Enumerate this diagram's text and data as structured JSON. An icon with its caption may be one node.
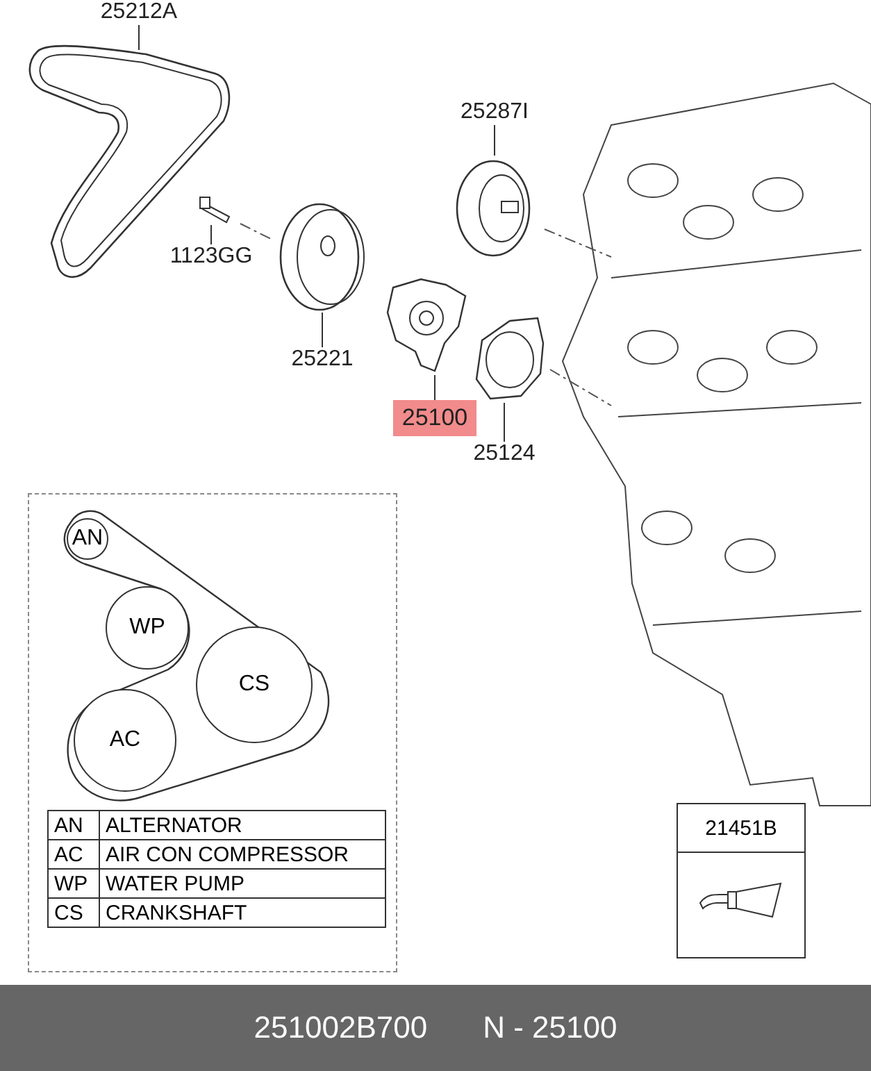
{
  "diagram": {
    "nodes": [
      {
        "text": [
          "25212A"
        ]
      },
      {
        "text": [],
        "shape": "picture"
      },
      {
        "text": [
          "25287I"
        ]
      },
      {
        "text": [],
        "shape": "picture"
      },
      {
        "text": [
          "1123GG"
        ]
      },
      {
        "text": [],
        "shape": "picture"
      },
      {
        "text": [
          "25221"
        ]
      },
      {
        "text": [],
        "shape": "picture"
      },
      {
        "text": [
          "25100"
        ]
      },
      {
        "text": [],
        "shape": "picture"
      },
      {
        "text": [
          "25124"
        ]
      },
      {
        "text": [],
        "shape": "picture"
      },
      {
        "text": [],
        "shape": "box"
      },
      {
        "text": [
          "AN"
        ],
        "in": 12
      },
      {
        "text": [
          "WP"
        ],
        "in": 12
      },
      {
        "text": [
          "CS"
        ],
        "in": 12
      },
      {
        "text": [
          "AC"
        ],
        "in": 12
      },
      {
        "text": [
          "21451B"
        ]
      },
      {
        "text": [],
        "shape": "picture",
        "in": 17
      }
    ],
    "edges": [
      {
        "from": 0,
        "to": 1,
        "arrow": "none"
      },
      {
        "from": 2,
        "to": 3,
        "arrow": "none"
      },
      {
        "from": 4,
        "to": 5,
        "arrow": "none"
      },
      {
        "from": 6,
        "to": 7,
        "arrow": "none"
      },
      {
        "from": 8,
        "to": 9,
        "arrow": "none"
      },
      {
        "from": 10,
        "to": 11,
        "arrow": "none"
      }
    ],
    "labels": [
      "AN",
      "ALTERNATOR",
      "AC",
      "AIR CON COMPRESSOR",
      "WP",
      "WATER PUMP",
      "CS",
      "CRANKSHAFT",
      "251002B700",
      "N - 25100"
    ]
  }
}
